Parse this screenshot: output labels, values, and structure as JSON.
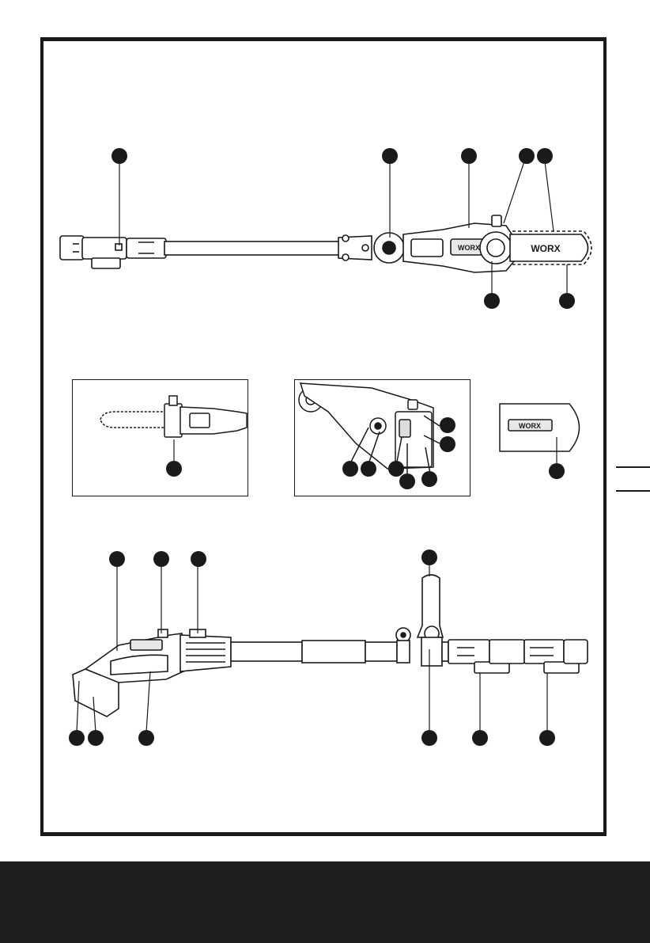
{
  "brand": {
    "logo_text": "WORX"
  },
  "figures": {
    "top_pole_saw": {
      "callouts": 7
    },
    "detail_1": {
      "callouts": 1
    },
    "detail_2": {
      "callouts": 7
    },
    "detail_3": {
      "callouts": 1
    },
    "bottom_handle_assembly": {
      "callouts": 10
    }
  },
  "colors": {
    "ink": "#1a1a1a",
    "footer": "#1f1f1f",
    "callout": "#1a1a1a"
  }
}
